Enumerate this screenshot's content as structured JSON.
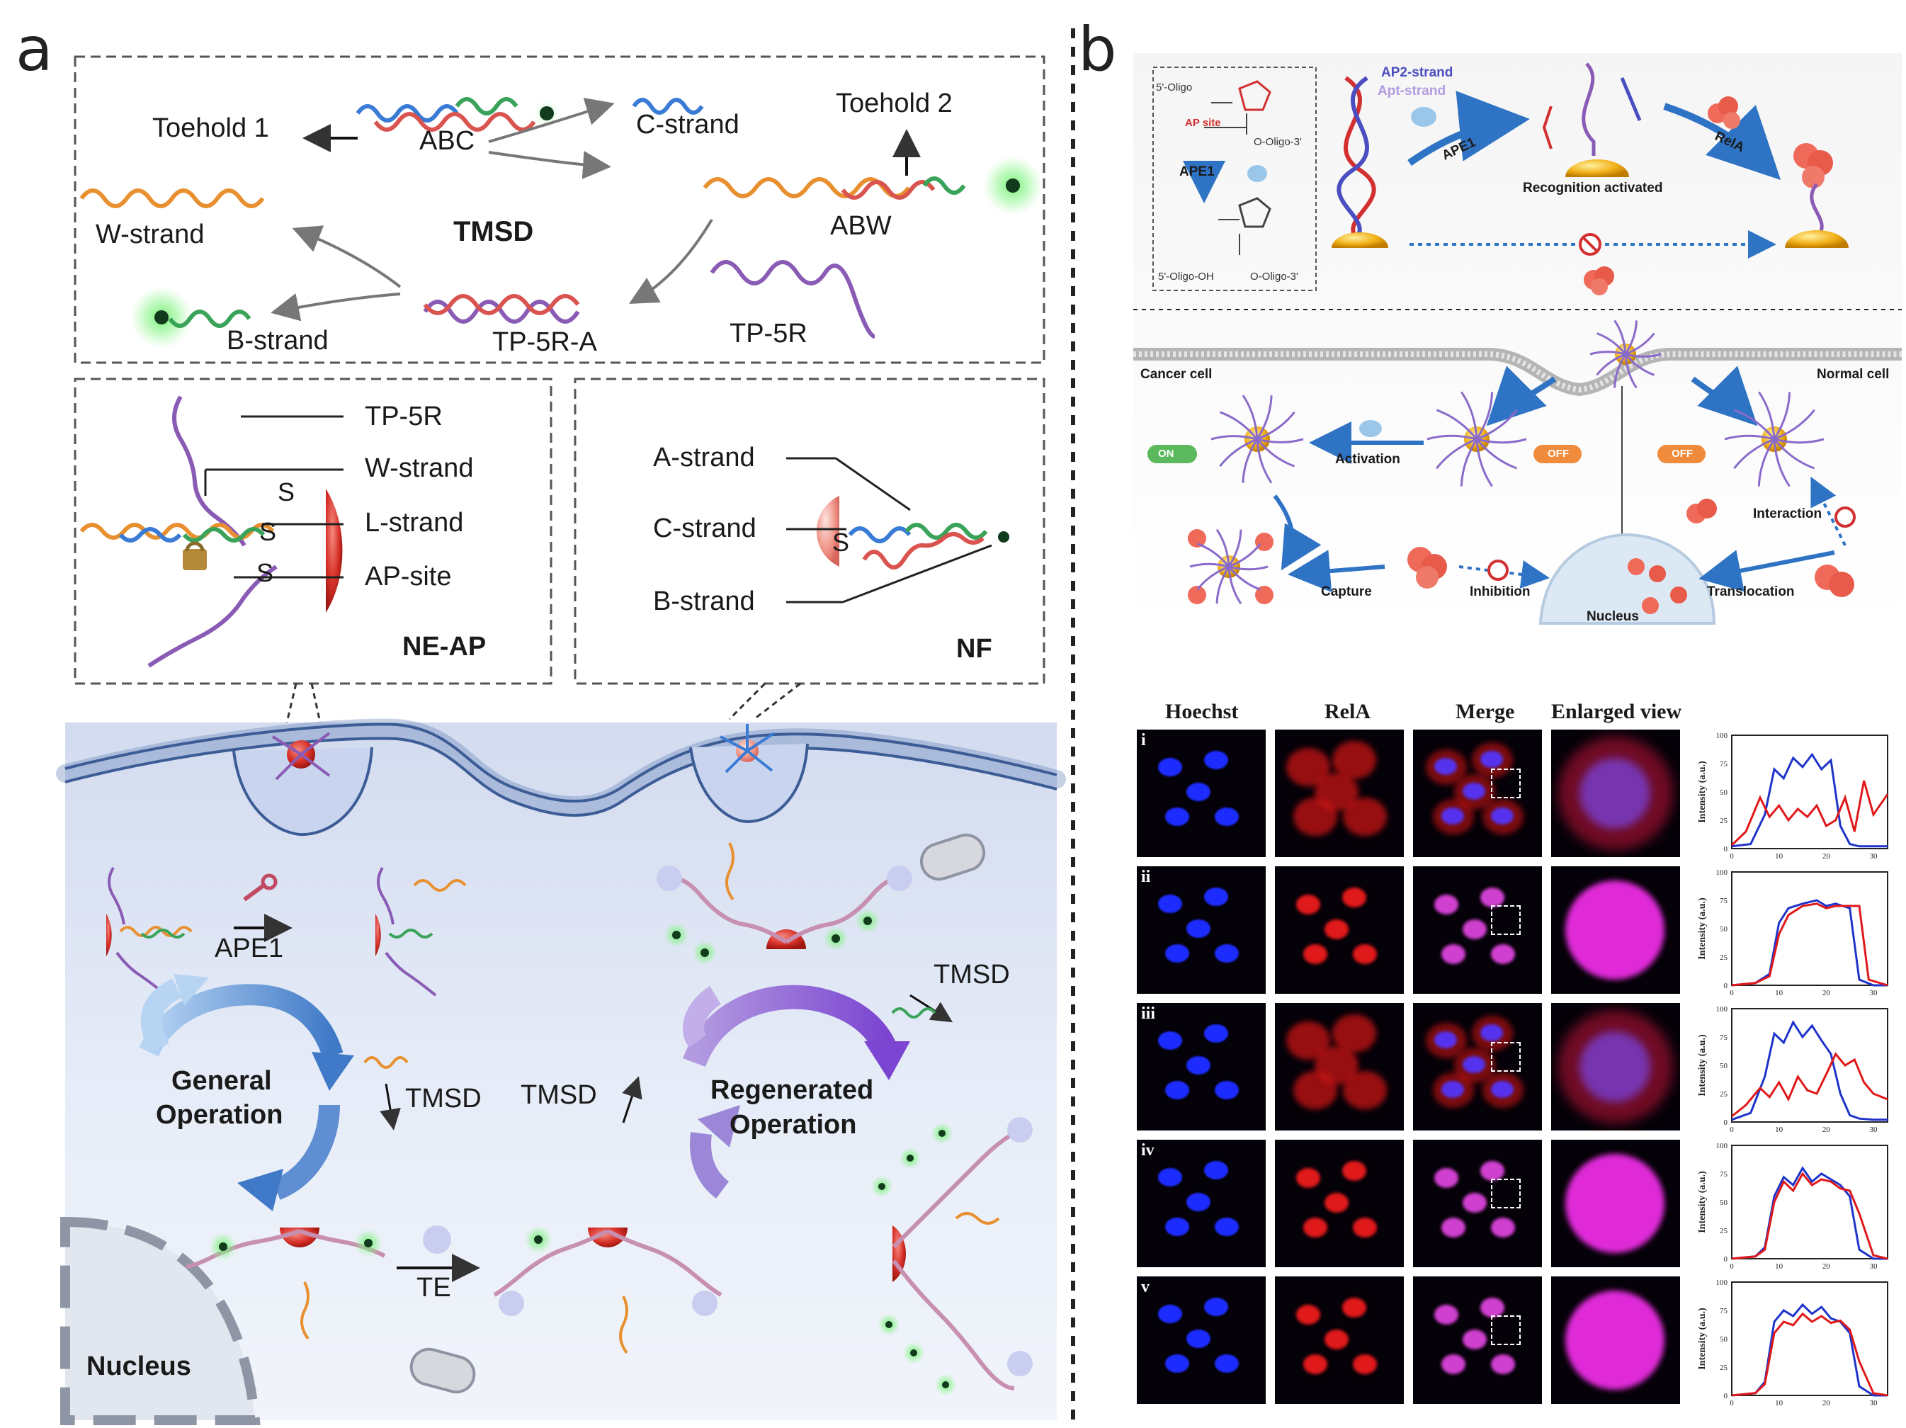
{
  "panel_a": {
    "letter": "a",
    "tmsd": {
      "toehold1": "Toehold 1",
      "abc": "ABC",
      "c_strand": "C-strand",
      "toehold2": "Toehold 2",
      "w_strand": "W-strand",
      "title": "TMSD",
      "abw": "ABW",
      "b_strand": "B-strand",
      "tp5r_a": "TP-5R-A",
      "tp5r": "TP-5R"
    },
    "ne_ap": {
      "tp5r": "TP-5R",
      "w_strand": "W-strand",
      "l_strand": "L-strand",
      "ap_site": "AP-site",
      "title": "NE-AP",
      "s1": "S",
      "s2": "S",
      "s3": "S"
    },
    "nf": {
      "a_strand": "A-strand",
      "c_strand": "C-strand",
      "b_strand": "B-strand",
      "title": "NF",
      "s": "S"
    },
    "cell": {
      "ape1": "APE1",
      "tmsd_right": "TMSD",
      "general_line1": "General",
      "general_line2": "Operation",
      "tmsd_mid1": "TMSD",
      "tmsd_mid2": "TMSD",
      "regen_line1": "Regenerated",
      "regen_line2": "Operation",
      "te": "TE",
      "nucleus": "Nucleus"
    }
  },
  "panel_b": {
    "letter": "b",
    "top": {
      "oligo5": "5'-Oligo",
      "oligo3": "O-Oligo-3'",
      "ap_site": "AP site",
      "ape1_box": "APE1",
      "oligo5_oh": "5'-Oligo-OH",
      "oligo3b": "O-Oligo-3'",
      "ap2_strand": "AP2-strand",
      "apt_strand": "Apt-strand",
      "ape1_arrow": "APE1",
      "recognition": "Recognition activated",
      "rela": "RelA"
    },
    "middle": {
      "cancer_cell": "Cancer cell",
      "normal_cell": "Normal cell",
      "on": "ON",
      "off1": "OFF",
      "off2": "OFF",
      "activation": "Activation",
      "interaction": "Interaction",
      "capture": "Capture",
      "inhibition": "Inhibition",
      "translocation": "Translocation",
      "nucleus": "Nucleus"
    },
    "micro": {
      "headers": [
        "Hoechst",
        "RelA",
        "Merge",
        "Enlarged view"
      ],
      "rows": [
        "i",
        "ii",
        "iii",
        "iv",
        "v"
      ],
      "axis_label": "Intensity (a.u.)",
      "y_ticks": [
        "100",
        "75",
        "50",
        "25",
        "0"
      ],
      "x_ticks": [
        "0",
        "10",
        "20",
        "30"
      ]
    }
  },
  "colors": {
    "orange_strand": "#e8902f",
    "blue_strand": "#3a7bd5",
    "red_strand": "#d9534f",
    "green_strand": "#3aa35a",
    "purple_strand": "#8a5bb5",
    "nanoparticle_red": "#d8322a",
    "gold": "#f2b21b",
    "cell_bg": "#e4eaf6",
    "hoechst": "#1c2cff",
    "rela": "#e0191a",
    "merge": "#d040d0"
  },
  "chart_data": [
    {
      "type": "line",
      "title": "i",
      "ylim": [
        0,
        100
      ],
      "xlim": [
        0,
        33
      ],
      "series": [
        {
          "color": "#1f34c9",
          "x": [
            0,
            4,
            7,
            9,
            11,
            13,
            15,
            17,
            19,
            21,
            23,
            25,
            27,
            30,
            33
          ],
          "y": [
            2,
            4,
            30,
            70,
            62,
            80,
            72,
            83,
            70,
            78,
            20,
            4,
            2,
            2,
            2
          ]
        },
        {
          "color": "#e0191a",
          "x": [
            0,
            3,
            6,
            8,
            10,
            12,
            14,
            16,
            18,
            20,
            22,
            24,
            26,
            28,
            30,
            33
          ],
          "y": [
            3,
            15,
            45,
            28,
            38,
            25,
            35,
            28,
            38,
            20,
            25,
            45,
            15,
            60,
            30,
            48
          ]
        }
      ]
    },
    {
      "type": "line",
      "title": "ii",
      "ylim": [
        0,
        100
      ],
      "xlim": [
        0,
        33
      ],
      "series": [
        {
          "color": "#1f34c9",
          "x": [
            0,
            5,
            8,
            10,
            12,
            15,
            18,
            20,
            22,
            25,
            27,
            30,
            33
          ],
          "y": [
            0,
            2,
            10,
            55,
            68,
            72,
            75,
            70,
            72,
            68,
            5,
            0,
            0
          ]
        },
        {
          "color": "#e0191a",
          "x": [
            0,
            5,
            8,
            10,
            12,
            15,
            18,
            20,
            22,
            25,
            27,
            29,
            33
          ],
          "y": [
            0,
            2,
            8,
            45,
            62,
            70,
            72,
            68,
            70,
            70,
            70,
            5,
            0
          ]
        }
      ]
    },
    {
      "type": "line",
      "title": "iii",
      "ylim": [
        0,
        100
      ],
      "xlim": [
        0,
        33
      ],
      "series": [
        {
          "color": "#1f34c9",
          "x": [
            0,
            4,
            7,
            9,
            11,
            13,
            15,
            17,
            19,
            21,
            23,
            25,
            27,
            30,
            33
          ],
          "y": [
            2,
            8,
            40,
            78,
            70,
            88,
            75,
            85,
            72,
            60,
            25,
            6,
            3,
            2,
            2
          ]
        },
        {
          "color": "#e0191a",
          "x": [
            0,
            3,
            6,
            8,
            10,
            12,
            14,
            16,
            18,
            20,
            22,
            24,
            26,
            28,
            30,
            33
          ],
          "y": [
            5,
            15,
            30,
            22,
            35,
            20,
            40,
            28,
            25,
            42,
            60,
            50,
            55,
            35,
            25,
            20
          ]
        }
      ]
    },
    {
      "type": "line",
      "title": "iv",
      "ylim": [
        0,
        100
      ],
      "xlim": [
        0,
        33
      ],
      "series": [
        {
          "color": "#1f34c9",
          "x": [
            0,
            5,
            7,
            9,
            11,
            13,
            15,
            17,
            19,
            21,
            23,
            25,
            27,
            30,
            33
          ],
          "y": [
            0,
            2,
            10,
            55,
            72,
            65,
            80,
            68,
            75,
            70,
            65,
            55,
            8,
            0,
            0
          ]
        },
        {
          "color": "#e0191a",
          "x": [
            0,
            5,
            7,
            9,
            11,
            13,
            15,
            17,
            19,
            21,
            23,
            25,
            27,
            30,
            33
          ],
          "y": [
            0,
            2,
            8,
            50,
            68,
            60,
            75,
            65,
            70,
            68,
            62,
            60,
            40,
            3,
            0
          ]
        }
      ]
    },
    {
      "type": "line",
      "title": "v",
      "ylim": [
        0,
        100
      ],
      "xlim": [
        0,
        33
      ],
      "series": [
        {
          "color": "#1f34c9",
          "x": [
            0,
            5,
            7,
            9,
            11,
            13,
            15,
            17,
            19,
            21,
            23,
            25,
            27,
            30,
            33
          ],
          "y": [
            0,
            2,
            12,
            65,
            75,
            70,
            80,
            72,
            78,
            68,
            65,
            55,
            8,
            0,
            0
          ]
        },
        {
          "color": "#e0191a",
          "x": [
            0,
            5,
            7,
            9,
            11,
            13,
            15,
            17,
            19,
            21,
            23,
            25,
            27,
            30,
            33
          ],
          "y": [
            0,
            2,
            10,
            55,
            65,
            62,
            72,
            65,
            70,
            64,
            66,
            58,
            30,
            2,
            0
          ]
        }
      ]
    }
  ]
}
